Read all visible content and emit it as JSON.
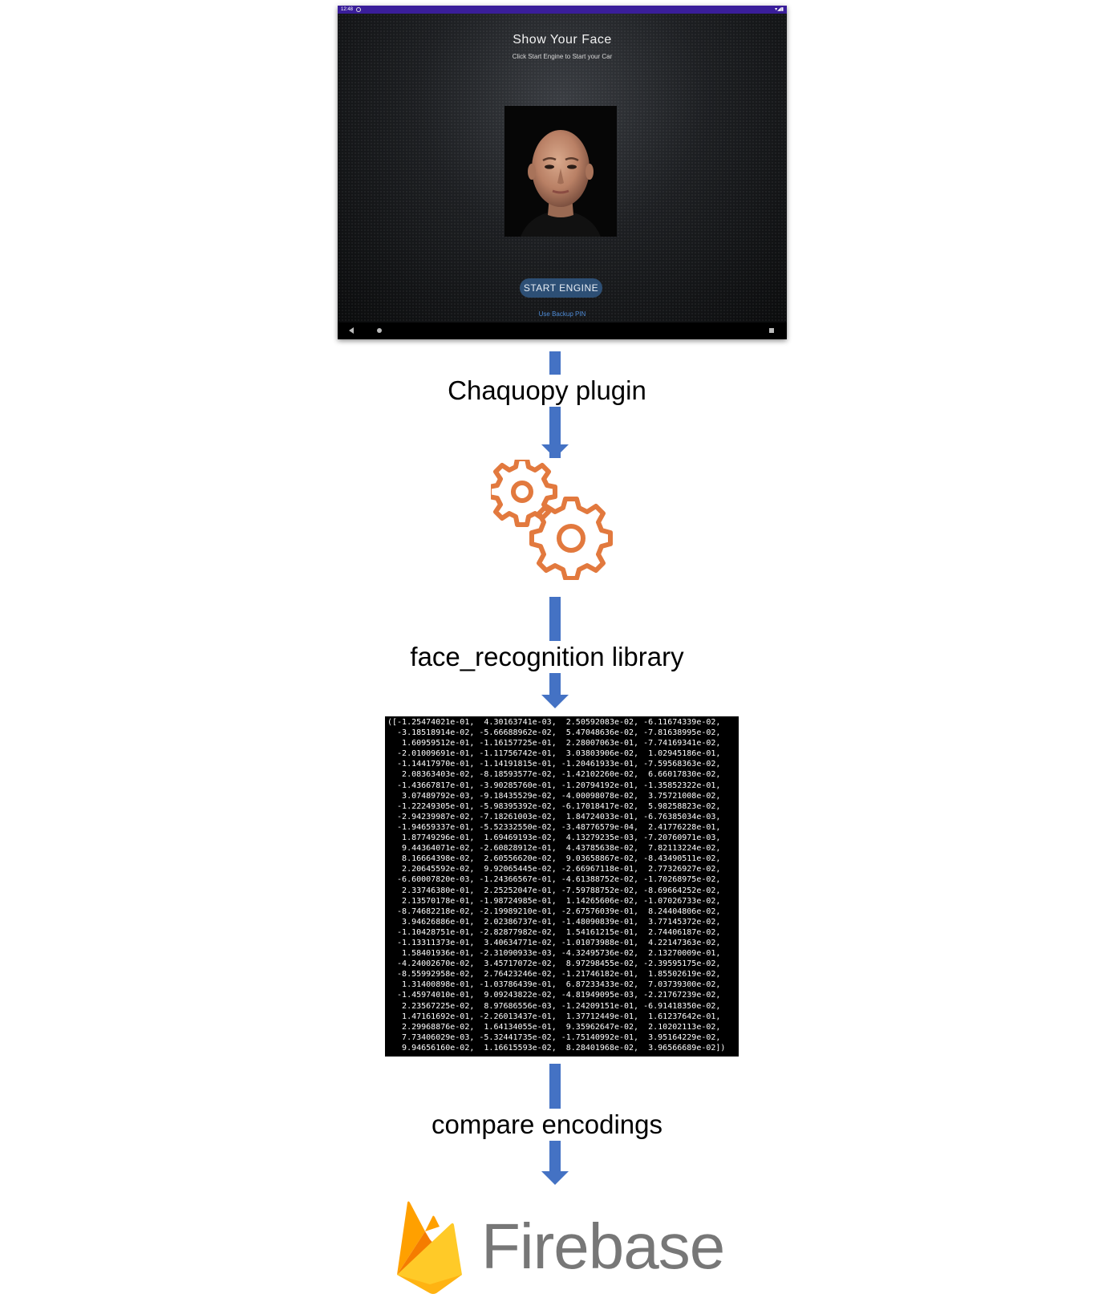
{
  "app_screen": {
    "status_time": "12:48",
    "title": "Show Your Face",
    "subtitle": "Click Start Engine to Start your Car",
    "start_button_label": "START ENGINE",
    "backup_link": "Use Backup PIN"
  },
  "steps": {
    "plugin_label": "Chaquopy plugin",
    "library_label": "face_recognition library",
    "compare_label": "compare encodings"
  },
  "encoding": {
    "lines": [
      "([-1.25474021e-01,  4.30163741e-03,  2.50592083e-02, -6.11674339e-02,",
      "  -3.18518914e-02, -5.66688962e-02,  5.47048636e-02, -7.81638995e-02,",
      "   1.60959512e-01, -1.16157725e-01,  2.28007063e-01, -7.74169341e-02,",
      "  -2.01009691e-01, -1.11756742e-01,  3.03803906e-02,  1.02945186e-01,",
      "  -1.14417970e-01, -1.14191815e-01, -1.20461933e-01, -7.59568363e-02,",
      "   2.08363403e-02, -8.18593577e-02, -1.42102260e-02,  6.66017830e-02,",
      "  -1.43667817e-01, -3.90285760e-01, -1.20794192e-01, -1.35852322e-01,",
      "   3.07489792e-03, -9.18435529e-02, -4.00098078e-02,  3.75721008e-02,",
      "  -1.22249305e-01, -5.98395392e-02, -6.17018417e-02,  5.98258823e-02,",
      "  -2.94239987e-02, -7.18261003e-02,  1.84724033e-01, -6.76385034e-03,",
      "  -1.94659337e-01, -5.52332550e-02, -3.48776579e-04,  2.41776228e-01,",
      "   1.87749296e-01,  1.69469193e-02,  4.13279235e-03, -7.20760971e-03,",
      "   9.44364071e-02, -2.60828912e-01,  4.43785638e-02,  7.82113224e-02,",
      "   8.16664398e-02,  2.60556620e-02,  9.03658867e-02, -8.43490511e-02,",
      "   2.20645592e-02,  9.92065445e-02, -2.66967118e-01,  2.77326927e-02,",
      "  -6.60007820e-03, -1.24366567e-01, -4.61388752e-02, -1.70268975e-02,",
      "   2.33746380e-01,  2.25252047e-01, -7.59788752e-02, -8.69664252e-02,",
      "   2.13570178e-01, -1.98724985e-01,  1.14265606e-02, -1.07026733e-02,",
      "  -8.74682218e-02, -2.19989210e-01, -2.67576039e-01,  8.24404806e-02,",
      "   3.94626886e-01,  2.02386737e-01, -1.48090839e-01,  3.77145372e-02,",
      "  -1.10428751e-01, -2.82877982e-02,  1.54161215e-01,  2.74406187e-02,",
      "  -1.13311373e-01,  3.40634771e-02, -1.01073988e-01,  4.22147363e-02,",
      "   1.58401936e-01, -2.31090933e-03, -4.32495736e-02,  2.13270009e-01,",
      "  -4.24002670e-02,  3.45717072e-02,  8.97298455e-02, -2.39595175e-02,",
      "  -8.55992958e-02,  2.76423246e-02, -1.21746182e-01,  1.85502619e-02,",
      "   1.31400898e-01, -1.03786439e-01,  6.87233433e-02,  7.03739300e-02,",
      "  -1.45974010e-01,  9.09243822e-02, -4.81949095e-03, -2.21767239e-02,",
      "   2.23567225e-02,  8.97686556e-03, -1.24209151e-01, -6.91418350e-02,",
      "   1.47161692e-01, -2.26013437e-01,  1.37712449e-01,  1.61237642e-01,",
      "   2.29968876e-02,  1.64134055e-01,  9.35962647e-02,  2.10202113e-02,",
      "   7.73406029e-03, -5.32441735e-02, -1.75140992e-01,  3.95164229e-02,",
      "   9.94656160e-02,  1.16615593e-02,  8.28401968e-02,  3.96566689e-02])"
    ]
  },
  "firebase": {
    "wordmark": "Firebase"
  },
  "colors": {
    "arrow": "#4472c4",
    "gear": "#e2793e",
    "start_button": "#2d4f75",
    "status_bar": "#3a1e9a"
  }
}
